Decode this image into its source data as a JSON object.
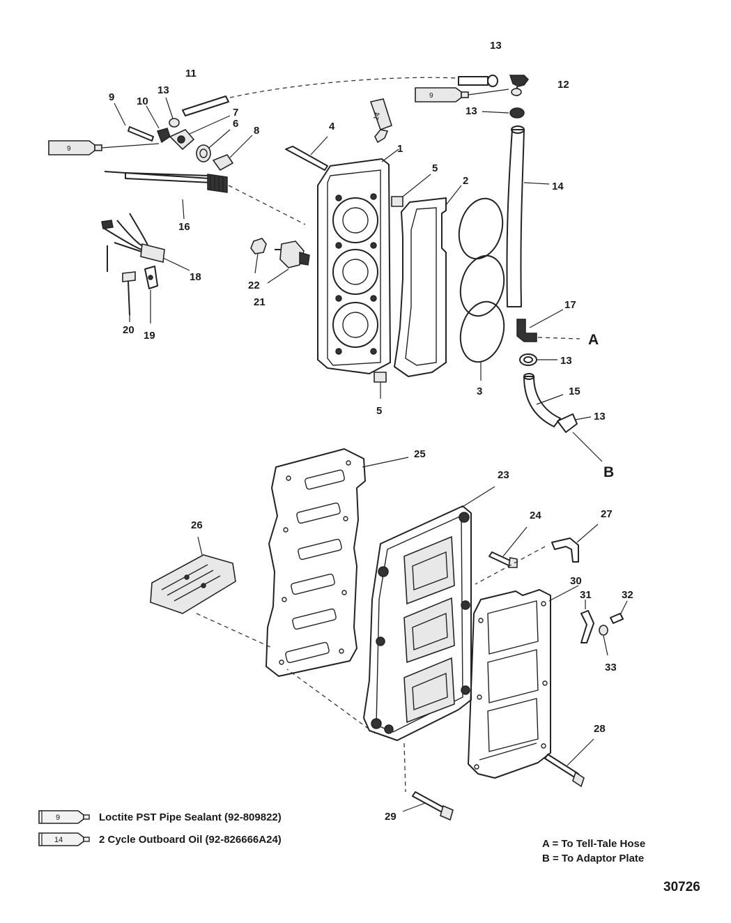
{
  "callouts": {
    "c1": "1",
    "c2": "2",
    "c3": "3",
    "c4": "4",
    "c5a": "5",
    "c5b": "5",
    "c6": "6",
    "c7": "7",
    "c8": "8",
    "c9": "9",
    "c10": "10",
    "c11": "11",
    "c12": "12",
    "c13a": "13",
    "c13b": "13",
    "c13c": "13",
    "c13d": "13",
    "c13e": "13",
    "c14": "14",
    "c15": "15",
    "c16": "16",
    "c17": "17",
    "c18": "18",
    "c19": "19",
    "c20": "20",
    "c21": "21",
    "c22": "22",
    "c23": "23",
    "c24": "24",
    "c25": "25",
    "c26": "26",
    "c27": "27",
    "c28": "28",
    "c29": "29",
    "c30": "30",
    "c31": "31",
    "c32": "32",
    "c33": "33"
  },
  "tube_labels": {
    "t9a": "9",
    "t9b": "9",
    "t14": "14"
  },
  "connection_letters": {
    "a": "A",
    "b": "B"
  },
  "legend": [
    {
      "tube": "9",
      "text": "Loctite PST Pipe Sealant (92-809822)"
    },
    {
      "tube": "14",
      "text": "2 Cycle Outboard Oil (92-826666A24)"
    }
  ],
  "notes": {
    "a": "A = To Tell-Tale Hose",
    "b": "B = To Adaptor Plate"
  },
  "figure_number": "30726"
}
